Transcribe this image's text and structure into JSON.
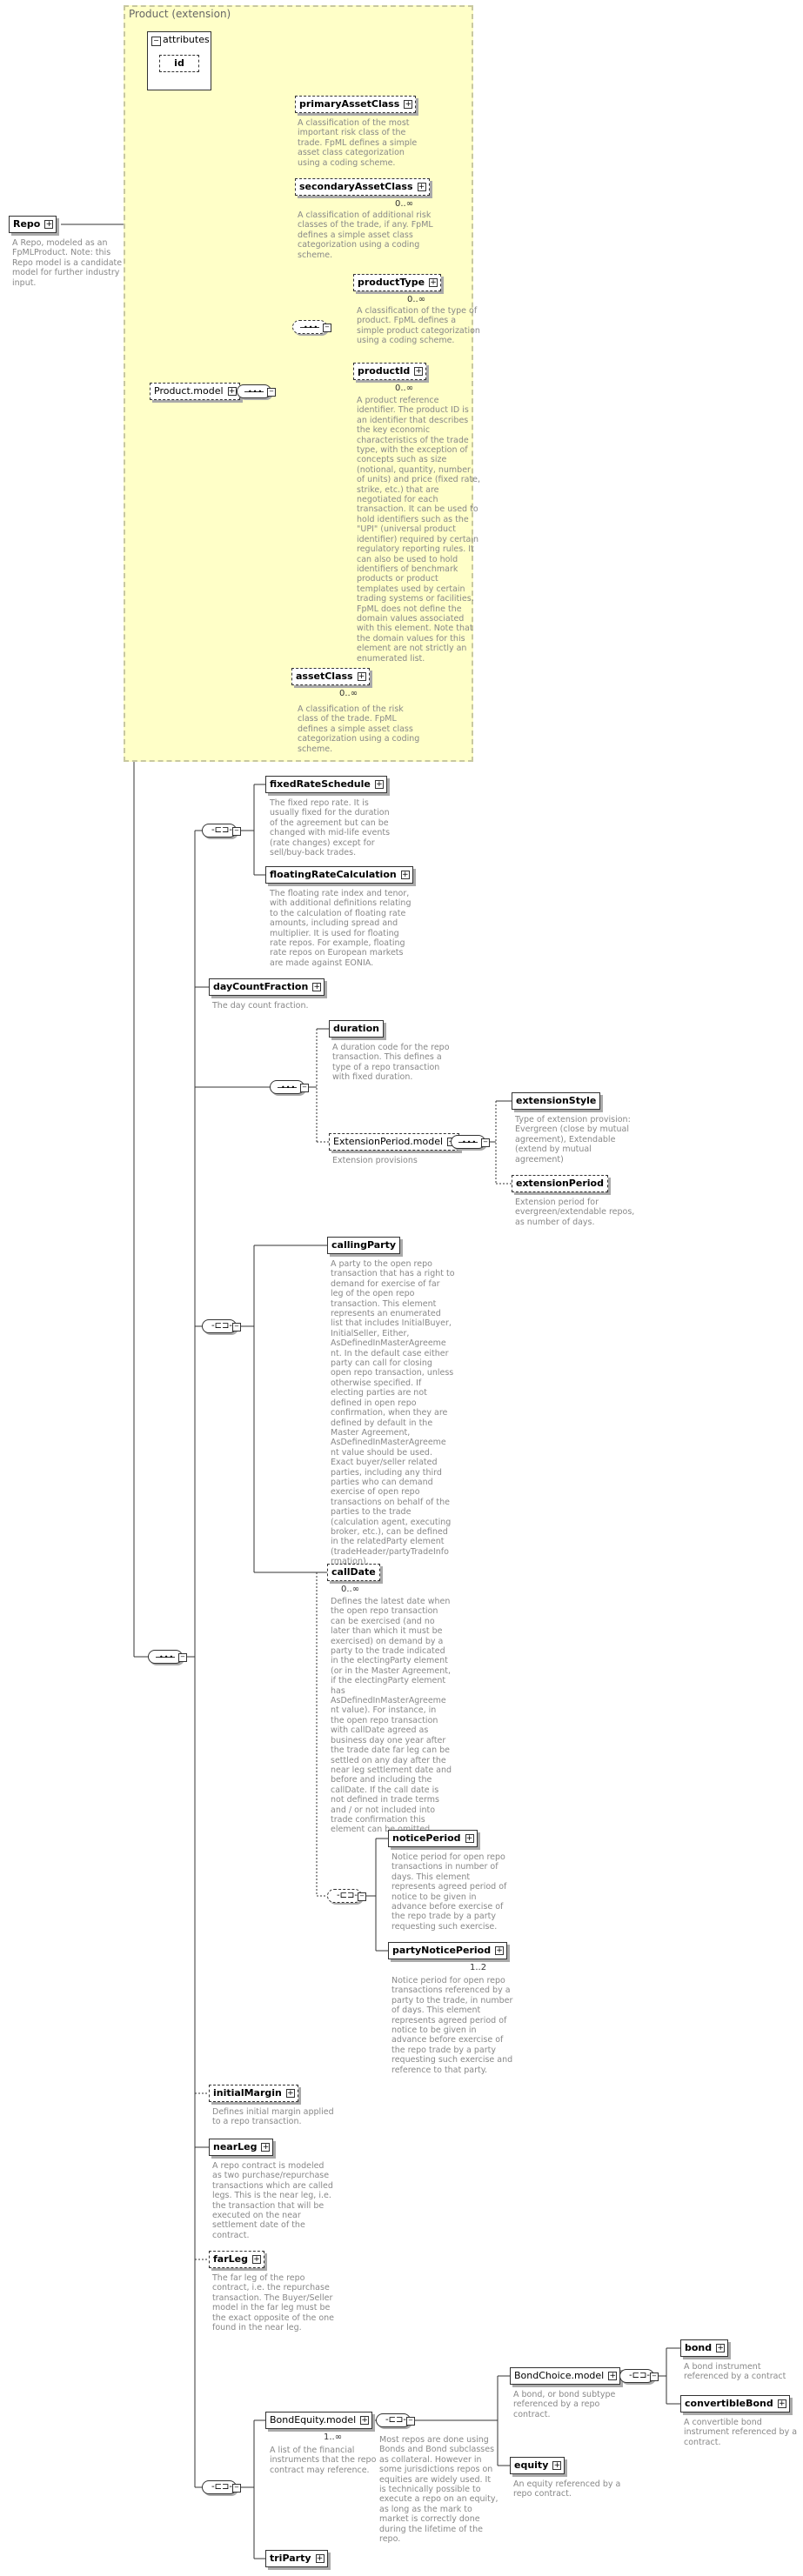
{
  "extension": {
    "title": "Product (extension)"
  },
  "attributes": {
    "header": "attributes",
    "id": "id"
  },
  "root": {
    "name": "Repo",
    "description": "A Repo, modeled as an\nFpMLProduct. Note: this\nRepo model is a candidate\nmodel for further industry\ninput."
  },
  "product_model": {
    "name": "Product.model"
  },
  "primaryAssetClass": {
    "name": "primaryAssetClass",
    "description": "A classification of the most\nimportant risk class of the\ntrade. FpML defines a simple\nasset class categorization\nusing a coding scheme."
  },
  "secondaryAssetClass": {
    "name": "secondaryAssetClass",
    "card": "0..∞",
    "description": "A classification of additional risk\nclasses of the trade, if any. FpML\ndefines a simple asset class\ncategorization using a coding\nscheme."
  },
  "productType": {
    "name": "productType",
    "card": "0..∞",
    "description": "A classification of the type of\nproduct. FpML defines a\nsimple product categorization\nusing a coding scheme."
  },
  "productId": {
    "name": "productId",
    "card": "0..∞",
    "description": "A product reference\nidentifier. The product ID is\nan identifier that describes\nthe key economic\ncharacteristics of the trade\ntype, with the exception of\nconcepts such as size\n(notional, quantity, number\nof units) and price (fixed rate,\nstrike, etc.) that are\nnegotiated for each\ntransaction. It can be used to\nhold identifiers such as the\n\"UPI\" (universal product\nidentifier) required by certain\nregulatory reporting rules. It\ncan also be used to hold\nidentifiers of benchmark\nproducts or product\ntemplates used by certain\ntrading systems or facilities.\nFpML does not define the\ndomain values associated\nwith this element. Note that\nthe domain values for this\nelement are not strictly an\nenumerated list."
  },
  "assetClass": {
    "name": "assetClass",
    "card": "0..∞",
    "description": "A classification of the risk\nclass of the trade. FpML\ndefines a simple asset class\ncategorization using a coding\nscheme."
  },
  "fixedRateSchedule": {
    "name": "fixedRateSchedule",
    "description": "The fixed repo rate. It is\nusually fixed for the duration\nof the agreement but can be\nchanged with mid-life events\n(rate changes) except for\nsell/buy-back trades."
  },
  "floatingRateCalculation": {
    "name": "floatingRateCalculation",
    "description": "The floating rate index and tenor,\nwith additional definitions relating\nto the calculation of floating rate\namounts, including spread and\nmultiplier. It is used for floating\nrate repos. For example, floating\nrate repos on European markets\nare made against EONIA."
  },
  "dayCountFraction": {
    "name": "dayCountFraction",
    "description": "The day count fraction."
  },
  "duration": {
    "name": "duration",
    "description": "A duration code for the repo\ntransaction. This defines a\ntype of a repo transaction\nwith fixed duration."
  },
  "extensionPeriodModel": {
    "name": "ExtensionPeriod.model",
    "description": "Extension provisions"
  },
  "extensionStyle": {
    "name": "extensionStyle",
    "description": "Type of extension provision:\nEvergreen (close by mutual\nagreement), Extendable\n(extend by mutual\nagreement)"
  },
  "extensionPeriod": {
    "name": "extensionPeriod",
    "description": "Extension period for\nevergreen/extendable repos,\nas number of days."
  },
  "callingParty": {
    "name": "callingParty",
    "description": "A party to the open repo\ntransaction that has a right to\ndemand for exercise of far\nleg of the open repo\ntransaction. This element\nrepresents an enumerated\nlist that includes InitialBuyer,\nInitialSeller, Either,\nAsDefinedInMasterAgreeme\nnt. In the default case either\nparty can call for closing\nopen repo transaction, unless\notherwise specified. If\nelecting parties are not\ndefined in open repo\nconfirmation, when they are\ndefined by default in the\nMaster Agreement,\nAsDefinedInMasterAgreeme\nnt value should be used.\nExact buyer/seller related\nparties, including any third\nparties who can demand\nexercise of open repo\ntransactions on behalf of the\nparties to the trade\n(calculation agent, executing\nbroker, etc.), can be defined\nin the relatedParty element\n(tradeHeader/partyTradeInfo\nrmation)."
  },
  "callDate": {
    "name": "callDate",
    "card": "0..∞",
    "description": "Defines the latest date when\nthe open repo transaction\ncan be exercised (and no\nlater than which it must be\nexercised) on demand by a\nparty to the trade indicated\nin the electingParty element\n(or in the Master Agreement,\nif the electingParty element\nhas\nAsDefinedInMasterAgreeme\nnt value). For instance, in\nthe open repo transaction\nwith callDate agreed as\nbusiness day one year after\nthe trade date far leg can be\nsettled on any day after the\nnear leg settlement date and\nbefore and including the\ncallDate. If the call date is\nnot defined in trade terms\nand / or not included into\ntrade confirmation this\nelement can be omitted."
  },
  "noticePeriod": {
    "name": "noticePeriod",
    "description": "Notice period for open repo\ntransactions in number of\ndays. This element\nrepresents agreed period of\nnotice to be given in\nadvance before exercise of\nthe repo trade by a party\nrequesting such exercise."
  },
  "partyNoticePeriod": {
    "name": "partyNoticePeriod",
    "card": "1..2",
    "description": "Notice period for open repo\ntransactions referenced by a\nparty to the trade, in number\nof days. This element\nrepresents agreed period of\nnotice to be given in\nadvance before exercise of\nthe repo trade by a party\nrequesting such exercise and\nreference to that party."
  },
  "initialMargin": {
    "name": "initialMargin",
    "description": "Defines initial margin applied\nto a repo transaction."
  },
  "nearLeg": {
    "name": "nearLeg",
    "description": "A repo contract is modeled\nas two purchase/repurchase\ntransactions which are called\nlegs. This is the near leg, i.e.\nthe transaction that will be\nexecuted on the near\nsettlement date of the\ncontract."
  },
  "farLeg": {
    "name": "farLeg",
    "description": "The far leg of the repo\ncontract, i.e. the repurchase\ntransaction. The Buyer/Seller\nmodel in the far leg must be\nthe exact opposite of the one\nfound in the near leg."
  },
  "bondEquityModel": {
    "name": "BondEquity.model",
    "card": "1..∞",
    "description": "A list of the financial\ninstruments that the repo\ncontract may reference."
  },
  "bondEquityChoice": {
    "description": "Most repos are done using\nBonds and Bond subclasses\nas collateral. However in\nsome jurisdictions repos on\nequities are widely used. It\nis technically possible to\nexecute a repo on an equity,\nas long as the mark to\nmarket is correctly done\nduring the lifetime of the\nrepo."
  },
  "bondChoiceModel": {
    "name": "BondChoice.model",
    "description": "A bond, or bond subtype\nreferenced by a repo\ncontract."
  },
  "bond": {
    "name": "bond",
    "description": "A bond instrument\nreferenced by a contract"
  },
  "convertibleBond": {
    "name": "convertibleBond",
    "description": "A convertible bond\ninstrument referenced by a\ncontract."
  },
  "equity": {
    "name": "equity",
    "description": "An equity referenced by a\nrepo contract."
  },
  "triParty": {
    "name": "triParty"
  },
  "icons": {
    "expand": "plus-icon",
    "collapse": "minus-icon",
    "sequence": "sequence-icon",
    "choice": "choice-icon"
  },
  "colors": {
    "extension_bg": "#ffffc8",
    "description_text": "#888888",
    "lines": "#333333"
  }
}
